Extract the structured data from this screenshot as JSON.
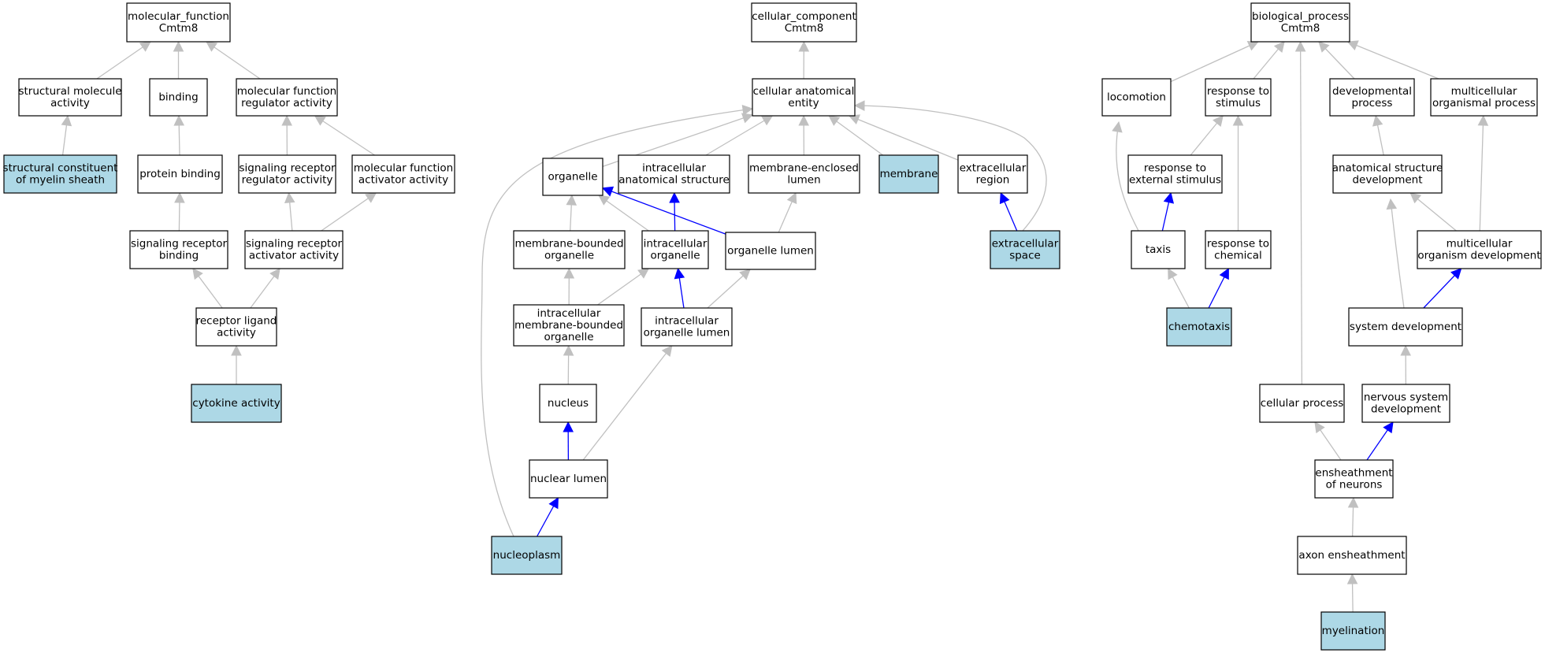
{
  "colors": {
    "highlight_fill": "#add8e6",
    "normal_fill": "#ffffff",
    "border": "#000000",
    "edge_gray": "#c0c0c0",
    "edge_blue": "#0000ff"
  },
  "nodes": [
    {
      "id": "mf_root",
      "lines": [
        "molecular_function",
        "Cmtm8"
      ],
      "highlight": false
    },
    {
      "id": "structural_molecule_activity",
      "lines": [
        "structural molecule",
        "activity"
      ],
      "highlight": false
    },
    {
      "id": "binding",
      "lines": [
        "binding"
      ],
      "highlight": false
    },
    {
      "id": "mf_regulator",
      "lines": [
        "molecular function",
        "regulator activity"
      ],
      "highlight": false
    },
    {
      "id": "myelin_sheath",
      "lines": [
        "structural constituent",
        "of myelin sheath"
      ],
      "highlight": true
    },
    {
      "id": "protein_binding",
      "lines": [
        "protein binding"
      ],
      "highlight": false
    },
    {
      "id": "sig_receptor_regulator",
      "lines": [
        "signaling receptor",
        "regulator activity"
      ],
      "highlight": false
    },
    {
      "id": "mf_activator",
      "lines": [
        "molecular function",
        "activator activity"
      ],
      "highlight": false
    },
    {
      "id": "sig_receptor_binding",
      "lines": [
        "signaling receptor",
        "binding"
      ],
      "highlight": false
    },
    {
      "id": "sig_receptor_activator",
      "lines": [
        "signaling receptor",
        "activator activity"
      ],
      "highlight": false
    },
    {
      "id": "receptor_ligand",
      "lines": [
        "receptor ligand",
        "activity"
      ],
      "highlight": false
    },
    {
      "id": "cytokine_activity",
      "lines": [
        "cytokine activity"
      ],
      "highlight": true
    },
    {
      "id": "cc_root",
      "lines": [
        "cellular_component",
        "Cmtm8"
      ],
      "highlight": false
    },
    {
      "id": "cell_anat_entity",
      "lines": [
        "cellular anatomical",
        "entity"
      ],
      "highlight": false
    },
    {
      "id": "organelle",
      "lines": [
        "organelle"
      ],
      "highlight": false
    },
    {
      "id": "intracell_anat",
      "lines": [
        "intracellular",
        "anatomical structure"
      ],
      "highlight": false
    },
    {
      "id": "membrane_enclosed_lumen",
      "lines": [
        "membrane-enclosed",
        "lumen"
      ],
      "highlight": false
    },
    {
      "id": "membrane",
      "lines": [
        "membrane"
      ],
      "highlight": true
    },
    {
      "id": "extracellular_region",
      "lines": [
        "extracellular",
        "region"
      ],
      "highlight": false
    },
    {
      "id": "membrane_bounded_organelle",
      "lines": [
        "membrane-bounded",
        "organelle"
      ],
      "highlight": false
    },
    {
      "id": "intracell_organelle",
      "lines": [
        "intracellular",
        "organelle"
      ],
      "highlight": false
    },
    {
      "id": "organelle_lumen",
      "lines": [
        "organelle lumen"
      ],
      "highlight": false
    },
    {
      "id": "extracellular_space",
      "lines": [
        "extracellular",
        "space"
      ],
      "highlight": true
    },
    {
      "id": "intracell_mb_organelle",
      "lines": [
        "intracellular",
        "membrane-bounded",
        "organelle"
      ],
      "highlight": false
    },
    {
      "id": "intracell_organelle_lumen",
      "lines": [
        "intracellular",
        "organelle lumen"
      ],
      "highlight": false
    },
    {
      "id": "nucleus",
      "lines": [
        "nucleus"
      ],
      "highlight": false
    },
    {
      "id": "nuclear_lumen",
      "lines": [
        "nuclear lumen"
      ],
      "highlight": false
    },
    {
      "id": "nucleoplasm",
      "lines": [
        "nucleoplasm"
      ],
      "highlight": true
    },
    {
      "id": "bp_root",
      "lines": [
        "biological_process",
        "Cmtm8"
      ],
      "highlight": false
    },
    {
      "id": "locomotion",
      "lines": [
        "locomotion"
      ],
      "highlight": false
    },
    {
      "id": "response_to_stimulus",
      "lines": [
        "response to",
        "stimulus"
      ],
      "highlight": false
    },
    {
      "id": "developmental_process",
      "lines": [
        "developmental",
        "process"
      ],
      "highlight": false
    },
    {
      "id": "multicell_org_process",
      "lines": [
        "multicellular",
        "organismal process"
      ],
      "highlight": false
    },
    {
      "id": "response_ext_stimulus",
      "lines": [
        "response to",
        "external stimulus"
      ],
      "highlight": false
    },
    {
      "id": "anat_struct_dev",
      "lines": [
        "anatomical structure",
        "development"
      ],
      "highlight": false
    },
    {
      "id": "taxis",
      "lines": [
        "taxis"
      ],
      "highlight": false
    },
    {
      "id": "response_to_chemical",
      "lines": [
        "response to",
        "chemical"
      ],
      "highlight": false
    },
    {
      "id": "multicell_org_dev",
      "lines": [
        "multicellular",
        "organism development"
      ],
      "highlight": false
    },
    {
      "id": "chemotaxis",
      "lines": [
        "chemotaxis"
      ],
      "highlight": true
    },
    {
      "id": "system_development",
      "lines": [
        "system development"
      ],
      "highlight": false
    },
    {
      "id": "cellular_process",
      "lines": [
        "cellular process"
      ],
      "highlight": false
    },
    {
      "id": "nervous_system_dev",
      "lines": [
        "nervous system",
        "development"
      ],
      "highlight": false
    },
    {
      "id": "ensheathment_neurons",
      "lines": [
        "ensheathment",
        "of neurons"
      ],
      "highlight": false
    },
    {
      "id": "axon_ensheathment",
      "lines": [
        "axon ensheathment"
      ],
      "highlight": false
    },
    {
      "id": "myelination",
      "lines": [
        "myelination"
      ],
      "highlight": true
    }
  ],
  "edges": [
    {
      "from": "structural_molecule_activity",
      "to": "mf_root",
      "color": "gray"
    },
    {
      "from": "binding",
      "to": "mf_root",
      "color": "gray"
    },
    {
      "from": "mf_regulator",
      "to": "mf_root",
      "color": "gray"
    },
    {
      "from": "myelin_sheath",
      "to": "structural_molecule_activity",
      "color": "gray"
    },
    {
      "from": "protein_binding",
      "to": "binding",
      "color": "gray"
    },
    {
      "from": "sig_receptor_regulator",
      "to": "mf_regulator",
      "color": "gray"
    },
    {
      "from": "mf_activator",
      "to": "mf_regulator",
      "color": "gray"
    },
    {
      "from": "sig_receptor_binding",
      "to": "protein_binding",
      "color": "gray"
    },
    {
      "from": "sig_receptor_activator",
      "to": "sig_receptor_regulator",
      "color": "gray"
    },
    {
      "from": "sig_receptor_activator",
      "to": "mf_activator",
      "color": "gray"
    },
    {
      "from": "receptor_ligand",
      "to": "sig_receptor_binding",
      "color": "gray"
    },
    {
      "from": "receptor_ligand",
      "to": "sig_receptor_activator",
      "color": "gray"
    },
    {
      "from": "cytokine_activity",
      "to": "receptor_ligand",
      "color": "gray"
    },
    {
      "from": "cell_anat_entity",
      "to": "cc_root",
      "color": "gray"
    },
    {
      "from": "organelle",
      "to": "cell_anat_entity",
      "color": "gray"
    },
    {
      "from": "intracell_anat",
      "to": "cell_anat_entity",
      "color": "gray"
    },
    {
      "from": "membrane_enclosed_lumen",
      "to": "cell_anat_entity",
      "color": "gray"
    },
    {
      "from": "membrane",
      "to": "cell_anat_entity",
      "color": "gray"
    },
    {
      "from": "extracellular_region",
      "to": "cell_anat_entity",
      "color": "gray"
    },
    {
      "from": "extracellular_space",
      "to": "cell_anat_entity",
      "color": "gray"
    },
    {
      "from": "nucleoplasm",
      "to": "cell_anat_entity",
      "color": "gray"
    },
    {
      "from": "membrane_bounded_organelle",
      "to": "organelle",
      "color": "gray"
    },
    {
      "from": "intracell_organelle",
      "to": "organelle",
      "color": "gray"
    },
    {
      "from": "intracell_organelle",
      "to": "intracell_anat",
      "color": "blue"
    },
    {
      "from": "organelle_lumen",
      "to": "organelle",
      "color": "blue"
    },
    {
      "from": "organelle_lumen",
      "to": "membrane_enclosed_lumen",
      "color": "gray"
    },
    {
      "from": "extracellular_space",
      "to": "extracellular_region",
      "color": "blue"
    },
    {
      "from": "intracell_mb_organelle",
      "to": "membrane_bounded_organelle",
      "color": "gray"
    },
    {
      "from": "intracell_mb_organelle",
      "to": "intracell_organelle",
      "color": "gray"
    },
    {
      "from": "intracell_organelle_lumen",
      "to": "intracell_organelle",
      "color": "blue"
    },
    {
      "from": "intracell_organelle_lumen",
      "to": "organelle_lumen",
      "color": "gray"
    },
    {
      "from": "nucleus",
      "to": "intracell_mb_organelle",
      "color": "gray"
    },
    {
      "from": "nuclear_lumen",
      "to": "nucleus",
      "color": "blue"
    },
    {
      "from": "nuclear_lumen",
      "to": "intracell_organelle_lumen",
      "color": "gray"
    },
    {
      "from": "nucleoplasm",
      "to": "nuclear_lumen",
      "color": "blue"
    },
    {
      "from": "locomotion",
      "to": "bp_root",
      "color": "gray"
    },
    {
      "from": "response_to_stimulus",
      "to": "bp_root",
      "color": "gray"
    },
    {
      "from": "developmental_process",
      "to": "bp_root",
      "color": "gray"
    },
    {
      "from": "multicell_org_process",
      "to": "bp_root",
      "color": "gray"
    },
    {
      "from": "cellular_process",
      "to": "bp_root",
      "color": "gray"
    },
    {
      "from": "response_ext_stimulus",
      "to": "response_to_stimulus",
      "color": "gray"
    },
    {
      "from": "response_to_chemical",
      "to": "response_to_stimulus",
      "color": "gray"
    },
    {
      "from": "anat_struct_dev",
      "to": "developmental_process",
      "color": "gray"
    },
    {
      "from": "taxis",
      "to": "locomotion",
      "color": "gray"
    },
    {
      "from": "taxis",
      "to": "response_ext_stimulus",
      "color": "blue"
    },
    {
      "from": "multicell_org_dev",
      "to": "anat_struct_dev",
      "color": "gray"
    },
    {
      "from": "multicell_org_dev",
      "to": "multicell_org_process",
      "color": "gray"
    },
    {
      "from": "chemotaxis",
      "to": "taxis",
      "color": "gray"
    },
    {
      "from": "chemotaxis",
      "to": "response_to_chemical",
      "color": "blue"
    },
    {
      "from": "system_development",
      "to": "anat_struct_dev",
      "color": "gray"
    },
    {
      "from": "system_development",
      "to": "multicell_org_dev",
      "color": "blue"
    },
    {
      "from": "nervous_system_dev",
      "to": "system_development",
      "color": "gray"
    },
    {
      "from": "ensheathment_neurons",
      "to": "cellular_process",
      "color": "gray"
    },
    {
      "from": "ensheathment_neurons",
      "to": "nervous_system_dev",
      "color": "blue"
    },
    {
      "from": "axon_ensheathment",
      "to": "ensheathment_neurons",
      "color": "gray"
    },
    {
      "from": "myelination",
      "to": "axon_ensheathment",
      "color": "gray"
    }
  ]
}
